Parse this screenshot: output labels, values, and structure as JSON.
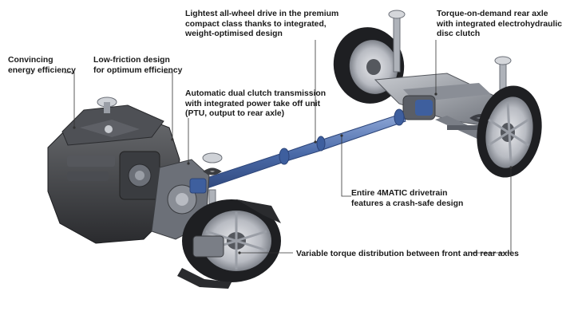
{
  "callouts": {
    "energy": {
      "lines": [
        "Convincing",
        "energy efficiency"
      ]
    },
    "friction": {
      "lines": [
        "Low-friction design",
        "for optimum efficiency"
      ]
    },
    "transmission": {
      "lines": [
        "Automatic dual clutch transmission",
        "with integrated power take off unit",
        "(PTU, output to rear axle)"
      ]
    },
    "awd": {
      "lines": [
        "Lightest all-wheel drive in the premium",
        "compact class thanks to integrated,",
        "weight-optimised design"
      ]
    },
    "rear_axle": {
      "lines": [
        "Torque-on-demand rear axle",
        "with integrated electrohydraulic",
        "disc clutch"
      ]
    },
    "crash": {
      "lines": [
        "Entire 4MATIC drivetrain",
        "features a crash-safe design"
      ]
    },
    "torque": {
      "lines": [
        "Variable torque distribution between front and rear axles"
      ]
    }
  },
  "colors": {
    "drivetrain_blue": "#4a6aa8",
    "engine_dark": "#3a3c40",
    "metal": "#9a9ea6",
    "tyre": "#1e1f22",
    "leader": "#333333"
  }
}
